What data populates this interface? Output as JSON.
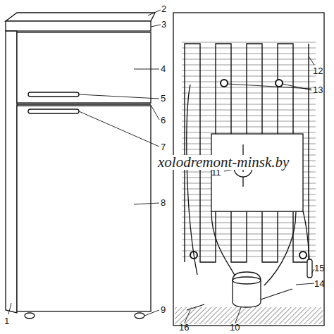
{
  "diagram": {
    "labels": [
      "2",
      "3",
      "4",
      "5",
      "6",
      "7",
      "8",
      "1",
      "9",
      "12",
      "13",
      "11",
      "15",
      "14",
      "16",
      "10",
      "xolodremont-minsk.by"
    ]
  }
}
